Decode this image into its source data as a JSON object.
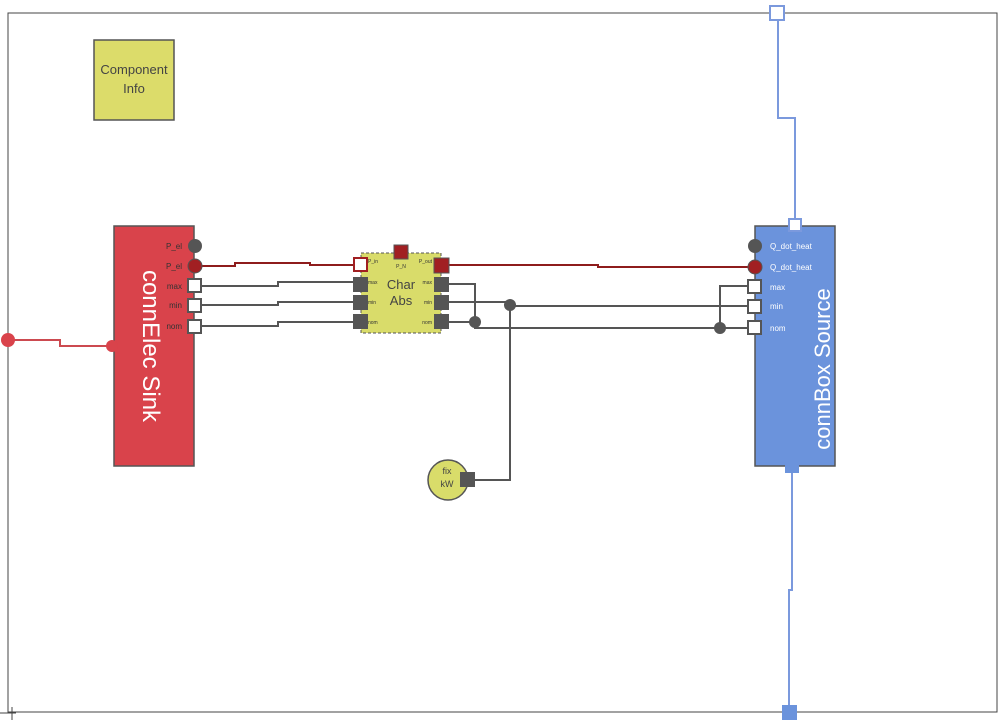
{
  "blocks": {
    "component_info": {
      "line1": "Component",
      "line2": "Info"
    },
    "conn_elec_sink": {
      "title": "connElec Sink",
      "ports": [
        "P_el",
        "P_el",
        "max",
        "min",
        "nom"
      ]
    },
    "char_abs": {
      "line1": "Char",
      "line2": "Abs",
      "top_port": "P_N",
      "left_ports": [
        "P_in",
        "max",
        "min",
        "nom"
      ],
      "right_ports": [
        "P_out",
        "max",
        "min",
        "nom"
      ]
    },
    "conn_box_source": {
      "title": "connBox Source",
      "ports": [
        "Q_dot_heat",
        "Q_dot_heat",
        "max",
        "min",
        "nom"
      ]
    },
    "fix_kw": {
      "line1": "fix",
      "line2": "kW"
    }
  },
  "colors": {
    "sink_fill": "#d9434b",
    "source_fill": "#6b93dc",
    "char_fill": "#d9dc6a",
    "info_fill": "#dcdc6a",
    "elec_wire": "#cc4a50",
    "heat_wire": "#7b99dd",
    "power_wire": "#8e1c1c",
    "signal_wire": "#555555"
  }
}
